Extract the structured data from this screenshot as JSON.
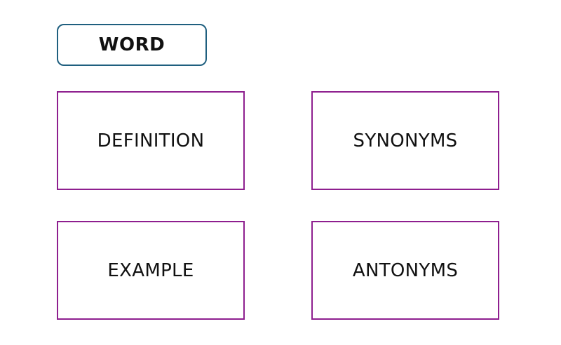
{
  "word": {
    "label": "WORD"
  },
  "cards": {
    "definition": "DEFINITION",
    "synonyms": "SYNONYMS",
    "example": "EXAMPLE",
    "antonyms": "ANTONYMS"
  },
  "colors": {
    "word_border": "#1f5f7f",
    "card_border": "#8e1f8f",
    "text": "#111111",
    "background": "#ffffff"
  }
}
